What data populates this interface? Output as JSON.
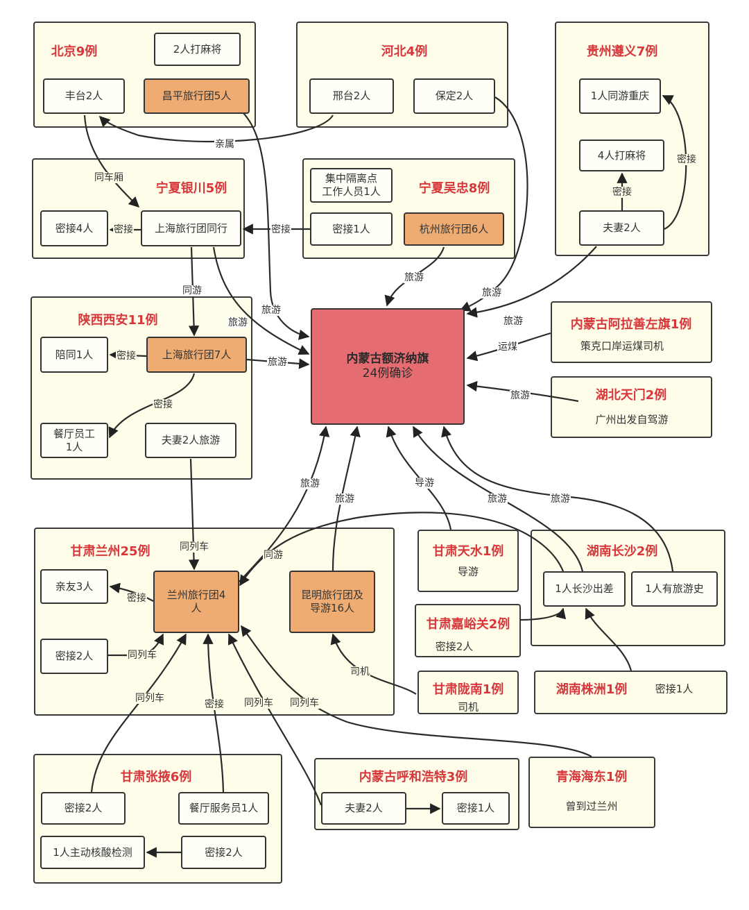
{
  "center": {
    "title": "内蒙古额济纳旗",
    "subtitle": "24例确诊"
  },
  "groups": {
    "beijing": {
      "title": "北京9例"
    },
    "hebei": {
      "title": "河北4例"
    },
    "zunyi": {
      "title": "贵州遵义7例"
    },
    "yinchuan": {
      "title": "宁夏银川5例"
    },
    "wuzhong": {
      "title": "宁夏吴忠8例"
    },
    "xian": {
      "title": "陕西西安11例"
    },
    "alashan": {
      "title": "内蒙古阿拉善左旗1例",
      "text": "策克口岸运煤司机"
    },
    "tianmen": {
      "title": "湖北天门2例",
      "text": "广州出发自驾游"
    },
    "lanzhou": {
      "title": "甘肃兰州25例"
    },
    "tianshui": {
      "title": "甘肃天水1例",
      "text": "导游"
    },
    "changsha": {
      "title": "湖南长沙2例"
    },
    "jiayuguan": {
      "title": "甘肃嘉峪关2例",
      "text": "密接2人"
    },
    "longnan": {
      "title": "甘肃陇南1例",
      "text": "司机"
    },
    "zhuzhou": {
      "title": "湖南株洲1例",
      "text": "密接1人"
    },
    "zhangye": {
      "title": "甘肃张掖6例"
    },
    "huhehaote": {
      "title": "内蒙古呼和浩特3例"
    },
    "haidong": {
      "title": "青海海东1例",
      "text": "曾到过兰州"
    }
  },
  "nodes": {
    "bj_mahjong": "2人打麻将",
    "bj_fengtai": "丰台2人",
    "bj_changping": "昌平旅行团5人",
    "hb_xingtai": "邢台2人",
    "hb_baoding": "保定2人",
    "zy_chongqing": "1人同游重庆",
    "zy_mahjong": "4人打麻将",
    "zy_couple": "夫妻2人",
    "wz_isolation": "集中隔离点\n工作人员1人",
    "wz_contact": "密接1人",
    "wz_hangzhou": "杭州旅行团6人",
    "yc_contact": "密接4人",
    "yc_shanghai": "上海旅行团同行",
    "xa_companion": "陪同1人",
    "xa_shanghai": "上海旅行团7人",
    "xa_restaurant": "餐厅员工\n1人",
    "xa_couple": "夫妻2人旅游",
    "lz_friends": "亲友3人",
    "lz_group": "兰州旅行团4\n人",
    "lz_kunming": "昆明旅行团及\n导游16人",
    "lz_contact": "密接2人",
    "cs_trip": "1人长沙出差",
    "cs_travel": "1人有旅游史",
    "zy2_contact": "密接2人",
    "zy2_restaurant": "餐厅服务员1人",
    "zy2_test": "1人主动核酸检测",
    "zy2_contact2": "密接2人",
    "hh_couple": "夫妻2人",
    "hh_contact": "密接1人"
  },
  "edge_labels": [
    "亲属",
    "同车厢",
    "旅游",
    "旅游",
    "密接",
    "密接",
    "旅游",
    "密接",
    "密接",
    "旅游",
    "运煤",
    "旅游",
    "同游",
    "旅游",
    "旅游",
    "密接",
    "密接",
    "同列车",
    "旅游",
    "旅游",
    "同游",
    "导游",
    "旅游",
    "旅游",
    "密接",
    "同列车",
    "同列车",
    "密接",
    "同列车",
    "同列车",
    "司机"
  ]
}
